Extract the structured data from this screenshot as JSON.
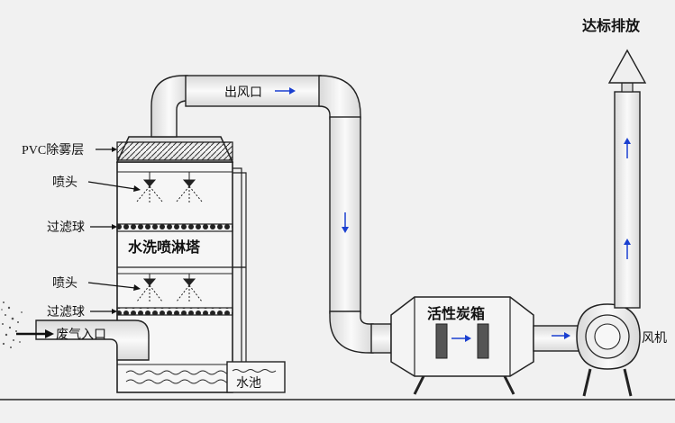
{
  "labels": {
    "discharge": "达标排放",
    "outlet": "出风口",
    "pvc_layer": "PVC除雾层",
    "nozzle_upper": "喷头",
    "filter_upper": "过滤球",
    "tower_name": "水洗喷淋塔",
    "nozzle_lower": "喷头",
    "filter_lower": "过滤球",
    "inlet": "废气入口",
    "pool": "水池",
    "carbon_box": "活性炭箱",
    "fan": "风机"
  },
  "colors": {
    "background": "#f1f1f1",
    "line": "#222222",
    "flow_arrow": "#1a3fd0",
    "pipe_fill": "#f7f7f7",
    "pipe_shade": "#d8d8d8"
  }
}
